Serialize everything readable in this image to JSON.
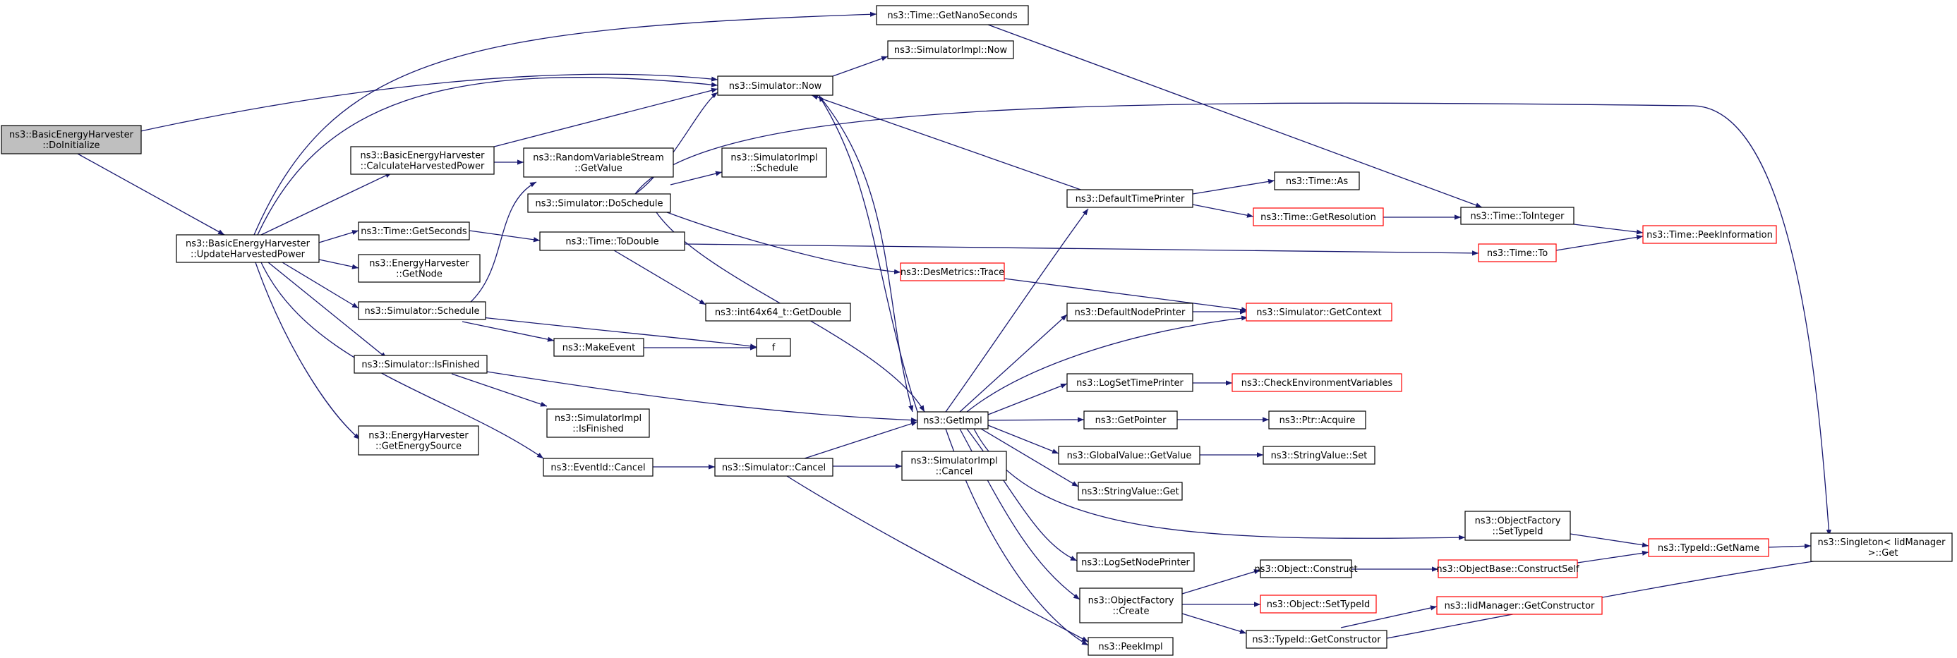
{
  "colors": {
    "edge": "#191970",
    "node_border": "#000000",
    "node_fill": "#ffffff",
    "root_fill": "#bfbfbf",
    "partial_border": "#ff0000"
  },
  "nodes": [
    {
      "id": "n0",
      "label": [
        "ns3::BasicEnergyHarvester",
        "::DoInitialize"
      ],
      "style": "root"
    },
    {
      "id": "n1",
      "label": [
        "ns3::BasicEnergyHarvester",
        "::UpdateHarvestedPower"
      ]
    },
    {
      "id": "n2",
      "label": [
        "ns3::Simulator::Now"
      ]
    },
    {
      "id": "n3",
      "label": [
        "ns3::Time::GetNanoSeconds"
      ]
    },
    {
      "id": "n4",
      "label": [
        "ns3::BasicEnergyHarvester",
        "::CalculateHarvestedPower"
      ]
    },
    {
      "id": "n5",
      "label": [
        "ns3::Time::GetSeconds"
      ]
    },
    {
      "id": "n6",
      "label": [
        "ns3::EnergyHarvester",
        "::GetNode"
      ]
    },
    {
      "id": "n7",
      "label": [
        "ns3::Simulator::Schedule"
      ]
    },
    {
      "id": "n8",
      "label": [
        "ns3::Simulator::IsFinished"
      ]
    },
    {
      "id": "n9",
      "label": [
        "ns3::EnergyHarvester",
        "::GetEnergySource"
      ]
    },
    {
      "id": "n10",
      "label": [
        "ns3::EventId::Cancel"
      ]
    },
    {
      "id": "n11",
      "label": [
        "ns3::SimulatorImpl::Now"
      ]
    },
    {
      "id": "n12",
      "label": [
        "ns3::RandomVariableStream",
        "::GetValue"
      ]
    },
    {
      "id": "n13",
      "label": [
        "ns3::Simulator::DoSchedule"
      ]
    },
    {
      "id": "n14",
      "label": [
        "ns3::SimulatorImpl",
        "::Schedule"
      ]
    },
    {
      "id": "n15",
      "label": [
        "ns3::Time::ToDouble"
      ]
    },
    {
      "id": "n16",
      "label": [
        "ns3::int64x64_t::GetDouble"
      ]
    },
    {
      "id": "n17",
      "label": [
        "ns3::MakeEvent"
      ]
    },
    {
      "id": "n18",
      "label": [
        "f"
      ]
    },
    {
      "id": "n19",
      "label": [
        "ns3::SimulatorImpl",
        "::IsFinished"
      ]
    },
    {
      "id": "n20",
      "label": [
        "ns3::Simulator::Cancel"
      ]
    },
    {
      "id": "n21",
      "label": [
        "ns3::GetImpl"
      ]
    },
    {
      "id": "n22",
      "label": [
        "ns3::SimulatorImpl",
        "::Cancel"
      ]
    },
    {
      "id": "n23",
      "label": [
        "ns3::DefaultTimePrinter"
      ]
    },
    {
      "id": "n24",
      "label": [
        "ns3::DesMetrics::Trace"
      ],
      "style": "partial"
    },
    {
      "id": "n25",
      "label": [
        "ns3::DefaultNodePrinter"
      ]
    },
    {
      "id": "n26",
      "label": [
        "ns3::LogSetTimePrinter"
      ]
    },
    {
      "id": "n27",
      "label": [
        "ns3::GetPointer"
      ]
    },
    {
      "id": "n28",
      "label": [
        "ns3::GlobalValue::GetValue"
      ]
    },
    {
      "id": "n29",
      "label": [
        "ns3::StringValue::Get"
      ]
    },
    {
      "id": "n30",
      "label": [
        "ns3::LogSetNodePrinter"
      ]
    },
    {
      "id": "n31",
      "label": [
        "ns3::ObjectFactory",
        "::Create"
      ]
    },
    {
      "id": "n32",
      "label": [
        "ns3::PeekImpl"
      ]
    },
    {
      "id": "n33",
      "label": [
        "ns3::Time::As"
      ]
    },
    {
      "id": "n34",
      "label": [
        "ns3::Time::GetResolution"
      ],
      "style": "partial"
    },
    {
      "id": "n35",
      "label": [
        "ns3::Time::To"
      ],
      "style": "partial"
    },
    {
      "id": "n36",
      "label": [
        "ns3::Simulator::GetContext"
      ],
      "style": "partial"
    },
    {
      "id": "n37",
      "label": [
        "ns3::CheckEnvironmentVariables"
      ],
      "style": "partial"
    },
    {
      "id": "n38",
      "label": [
        "ns3::Ptr::Acquire"
      ]
    },
    {
      "id": "n39",
      "label": [
        "ns3::StringValue::Set"
      ]
    },
    {
      "id": "n40",
      "label": [
        "ns3::ObjectFactory",
        "::SetTypeId"
      ]
    },
    {
      "id": "n41",
      "label": [
        "ns3::Object::Construct"
      ]
    },
    {
      "id": "n42",
      "label": [
        "ns3::Object::SetTypeId"
      ],
      "style": "partial"
    },
    {
      "id": "n43",
      "label": [
        "ns3::TypeId::GetConstructor"
      ]
    },
    {
      "id": "n44",
      "label": [
        "ns3::Time::ToInteger"
      ]
    },
    {
      "id": "n45",
      "label": [
        "ns3::Time::PeekInformation"
      ],
      "style": "partial"
    },
    {
      "id": "n46",
      "label": [
        "ns3::TypeId::GetName"
      ],
      "style": "partial"
    },
    {
      "id": "n47",
      "label": [
        "ns3::ObjectBase::ConstructSelf"
      ],
      "style": "partial"
    },
    {
      "id": "n48",
      "label": [
        "ns3::IidManager::GetConstructor"
      ],
      "style": "partial"
    },
    {
      "id": "n49",
      "label": [
        "ns3::Singleton< IidManager",
        " >::Get"
      ]
    }
  ]
}
